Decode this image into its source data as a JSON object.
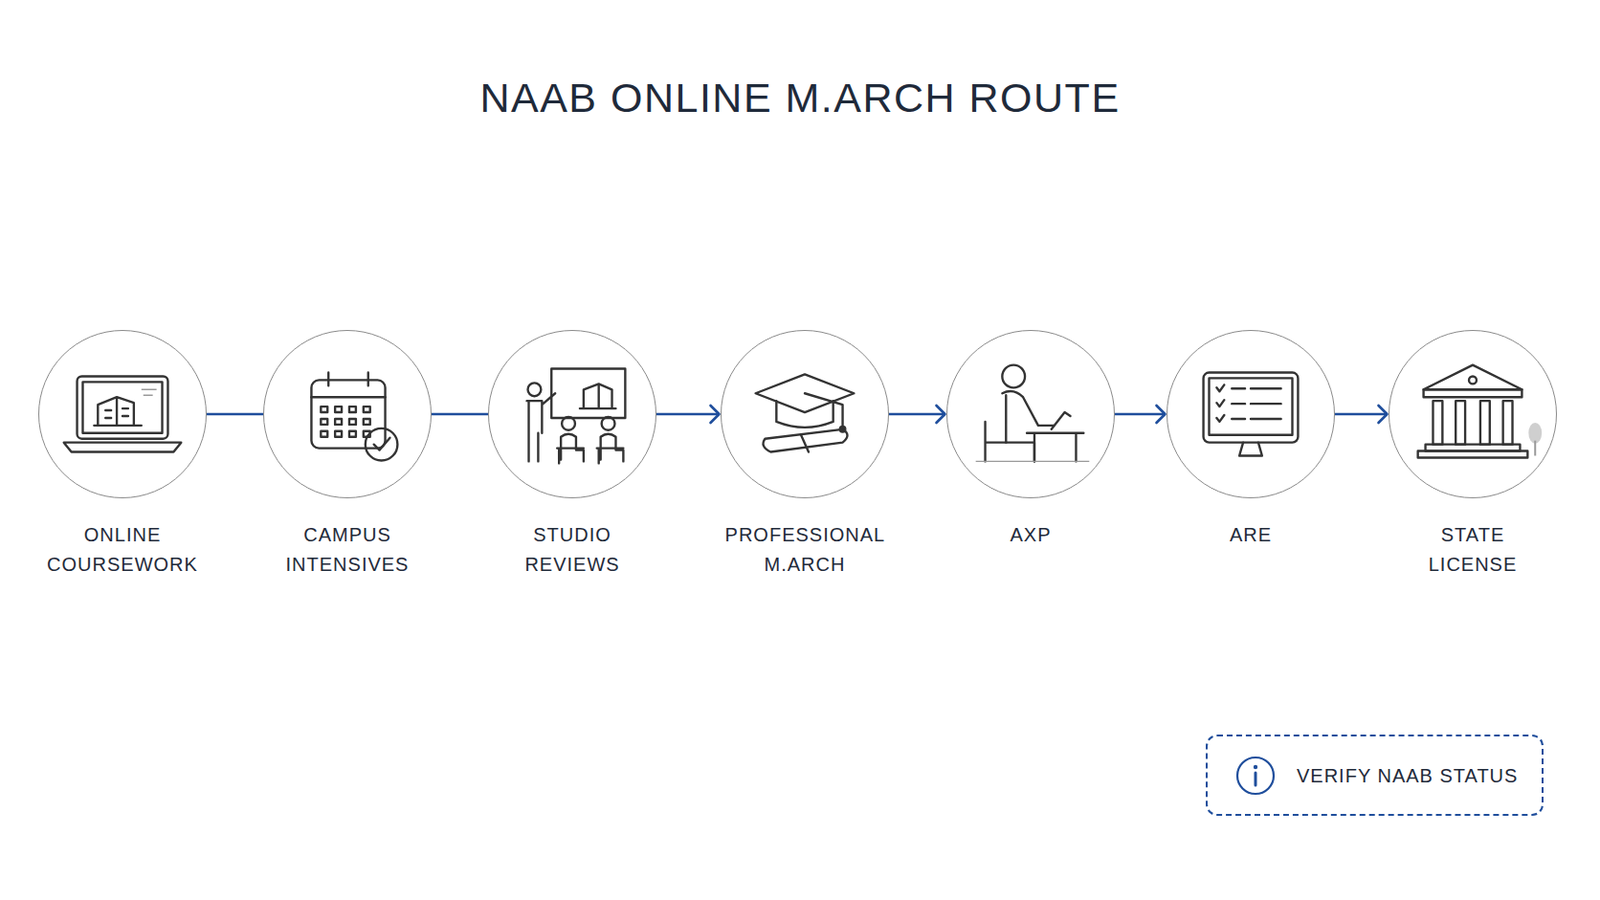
{
  "diagram": {
    "title": "NAAB ONLINE M.ARCH ROUTE",
    "nodes": [
      {
        "text": [
          "ONLINE COURSEWORK"
        ]
      },
      {
        "text": [
          "CAMPUS INTENSIVES"
        ]
      },
      {
        "text": [
          "STUDIO REVIEWS"
        ]
      },
      {
        "text": [
          "PROFESSIONAL M.ARCH"
        ]
      },
      {
        "text": [
          "AXP"
        ]
      },
      {
        "text": [
          "ARE"
        ]
      },
      {
        "text": [
          "STATE LICENSE"
        ]
      },
      {
        "text": [
          "VERIFY NAAB STATUS"
        ]
      }
    ],
    "edges": [
      {
        "from": 0,
        "to": 1,
        "arrow": "none"
      },
      {
        "from": 1,
        "to": 2,
        "arrow": "none"
      },
      {
        "from": 2,
        "to": 3,
        "arrow": "to"
      },
      {
        "from": 3,
        "to": 4,
        "arrow": "to"
      },
      {
        "from": 4,
        "to": 5,
        "arrow": "to"
      },
      {
        "from": 5,
        "to": 6,
        "arrow": "to"
      }
    ]
  }
}
